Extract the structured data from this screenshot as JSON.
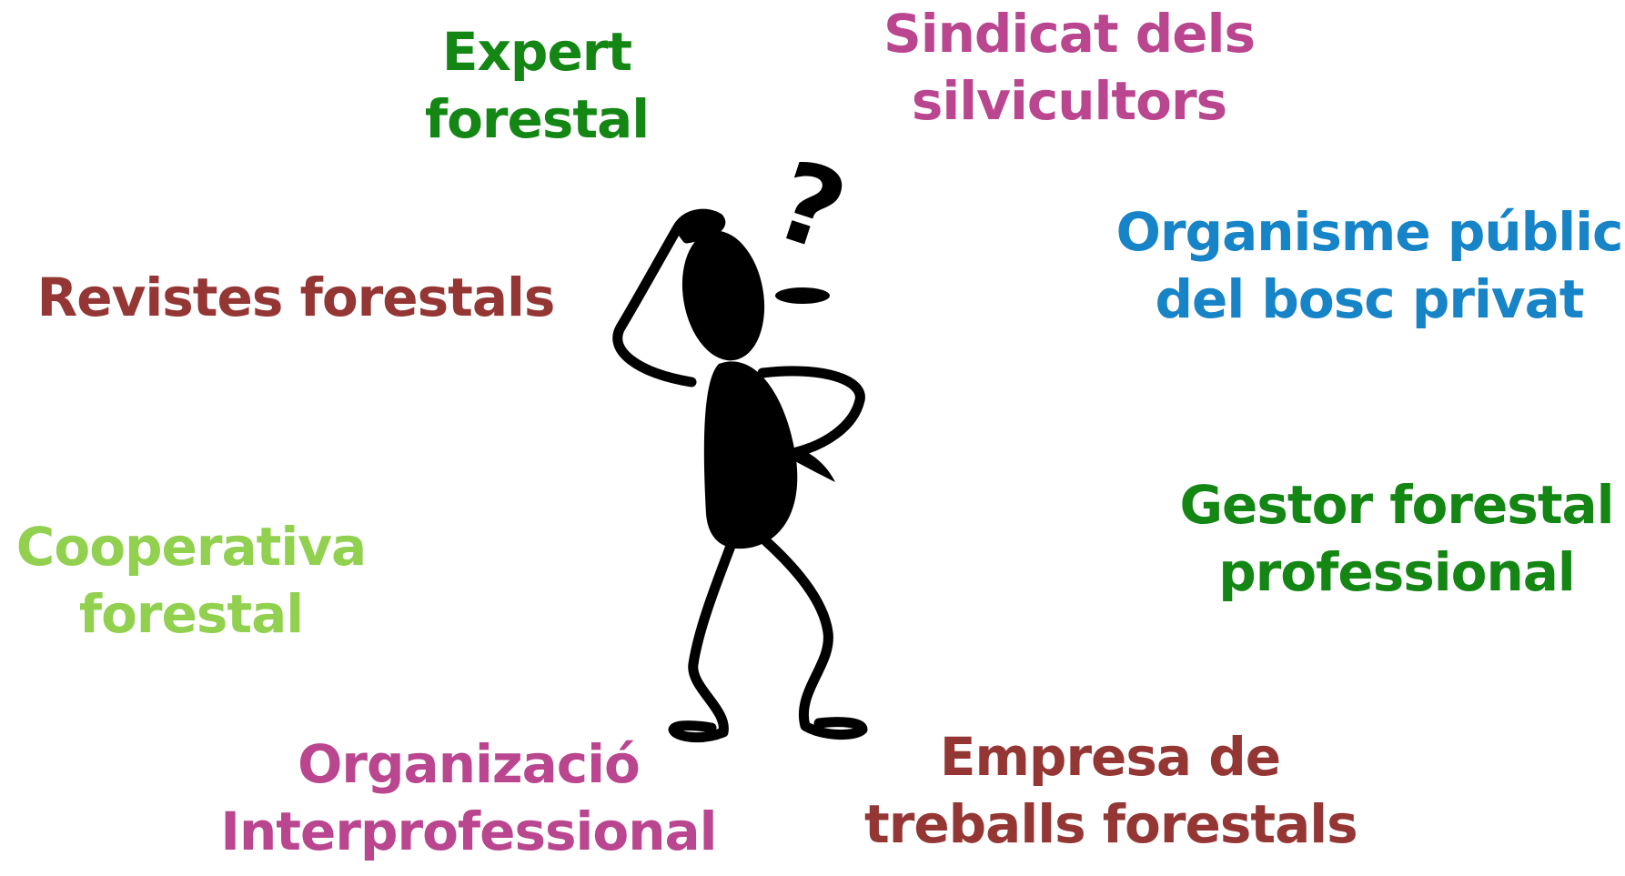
{
  "colors": {
    "dark_green": "#138613",
    "magenta": "#b9468f",
    "blue": "#1684c7",
    "dark_red": "#943634",
    "light_green": "#92d050",
    "figure": "#000000"
  },
  "labels": {
    "expert_forestal": {
      "lines": [
        "Expert",
        "forestal"
      ],
      "color": "dark_green"
    },
    "sindicat": {
      "lines": [
        "Sindicat dels",
        "silvicultors"
      ],
      "color": "magenta"
    },
    "revistes": {
      "lines": [
        "Revistes forestals"
      ],
      "color": "dark_red"
    },
    "organisme_public": {
      "lines": [
        "Organisme públic",
        "del bosc privat"
      ],
      "color": "blue"
    },
    "cooperativa": {
      "lines": [
        "Cooperativa",
        "forestal"
      ],
      "color": "light_green"
    },
    "gestor": {
      "lines": [
        "Gestor forestal",
        "professional"
      ],
      "color": "dark_green"
    },
    "organizacio": {
      "lines": [
        "Organizació",
        "Interprofessional"
      ],
      "color": "magenta"
    },
    "empresa": {
      "lines": [
        "Empresa de",
        "treballs forestals"
      ],
      "color": "dark_red"
    }
  },
  "figure": {
    "icon": "confused-stick-figure-icon",
    "question_mark": "?"
  }
}
